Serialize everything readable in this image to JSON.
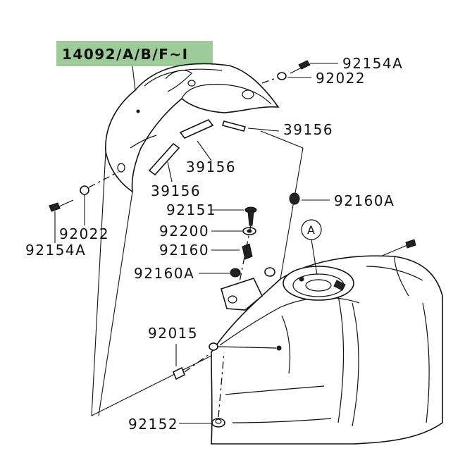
{
  "main_part": {
    "label": "14092/A/B/F~I",
    "highlight_color": "#9dcc9a"
  },
  "labels": {
    "p_92154A_top": "92154A",
    "p_92022_top": "92022",
    "p_39156_a": "39156",
    "p_39156_b": "39156",
    "p_39156_c": "39156",
    "p_92160A_right": "92160A",
    "p_92151": "92151",
    "p_92200": "92200",
    "p_92160": "92160",
    "p_92160A_left": "92160A",
    "p_92022_left": "92022",
    "p_92154A_left": "92154A",
    "p_92015": "92015",
    "p_92152": "92152"
  },
  "callout": {
    "letter": "A"
  }
}
